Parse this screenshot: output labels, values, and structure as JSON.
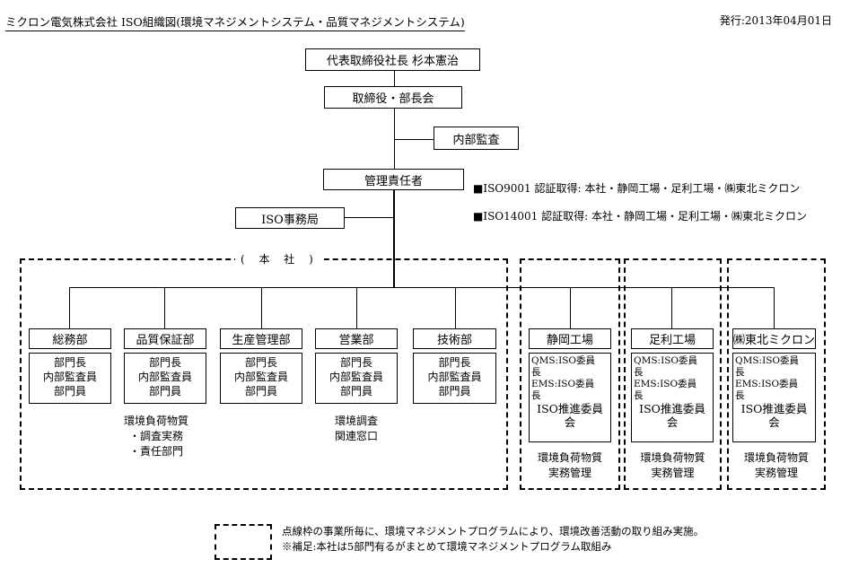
{
  "header": {
    "title": "ミクロン電気株式会社 ISO組織図(環境マネジメントシステム・品質マネジメントシステム)",
    "issued": "発行:2013年04月01日"
  },
  "top": {
    "president": "代表取締役社長 杉本憲治",
    "board": "取締役・部長会",
    "audit": "内部監査",
    "manager": "管理責任者",
    "iso_office": "ISO事務局"
  },
  "certs": [
    "■ISO9001 認証取得: 本社・静岡工場・足利工場・㈱東北ミクロン",
    "■ISO14001 認証取得: 本社・静岡工場・足利工場・㈱東北ミクロン"
  ],
  "honsha_label": "( 本 社 )",
  "departments": [
    {
      "name": "総務部",
      "members": [
        "部門長",
        "内部監査員",
        "部門員"
      ]
    },
    {
      "name": "品質保証部",
      "members": [
        "部門長",
        "内部監査員",
        "部門員"
      ],
      "notes": [
        "環境負荷物質",
        "・調査実務",
        "・責任部門"
      ]
    },
    {
      "name": "生産管理部",
      "members": [
        "部門長",
        "内部監査員",
        "部門員"
      ]
    },
    {
      "name": "営業部",
      "members": [
        "部門長",
        "内部監査員",
        "部門員"
      ],
      "notes": [
        "環境調査",
        "関連窓口"
      ]
    },
    {
      "name": "技術部",
      "members": [
        "部門長",
        "内部監査員",
        "部門員"
      ]
    }
  ],
  "plants": [
    {
      "name": "静岡工場",
      "lines": [
        "QMS:ISO委員",
        "長",
        "EMS:ISO委員",
        "長"
      ],
      "committee": [
        "ISO推進委員",
        "会"
      ],
      "notes": [
        "環境負荷物質",
        "実務管理"
      ]
    },
    {
      "name": "足利工場",
      "lines": [
        "QMS:ISO委員",
        "長",
        "EMS:ISO委員",
        "長"
      ],
      "committee": [
        "ISO推進委員",
        "会"
      ],
      "notes": [
        "環境負荷物質",
        "実務管理"
      ]
    },
    {
      "name": "㈱東北ミクロン",
      "lines": [
        "QMS:ISO委員",
        "長",
        "EMS:ISO委員",
        "長"
      ],
      "committee": [
        "ISO推進委員",
        "会"
      ],
      "notes": [
        "環境負荷物質",
        "実務管理"
      ]
    }
  ],
  "legend": [
    "点線枠の事業所毎に、環境マネジメントプログラムにより、環境改善活動の取り組み実施。",
    "※補足:本社は5部門有るがまとめて環境マネジメントプログラム取組み"
  ]
}
